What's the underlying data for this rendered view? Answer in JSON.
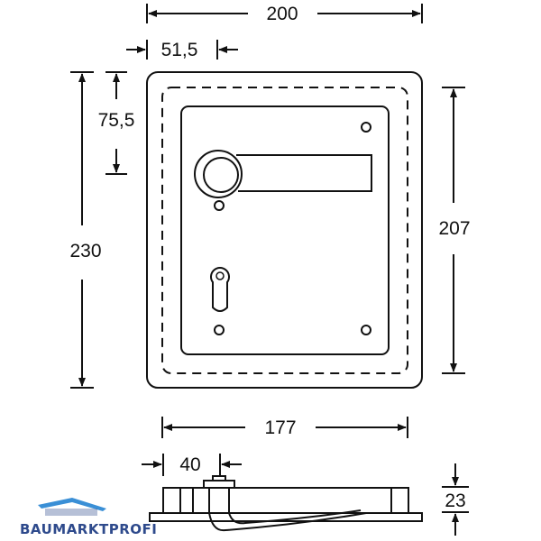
{
  "dimensions": {
    "width_total": "200",
    "offset_left": "51,5",
    "offset_top": "75,5",
    "height_total": "230",
    "height_inner": "207",
    "width_base": "177",
    "handle_offset": "40",
    "depth": "23"
  },
  "brand": {
    "name": "BAUMARKTPROFI",
    "color": "#2e4a8c",
    "accent": "#3a8fd6"
  },
  "icons": {
    "logo": "roof-logo-icon",
    "handle": "door-handle-icon",
    "keyhole": "keyhole-icon"
  }
}
